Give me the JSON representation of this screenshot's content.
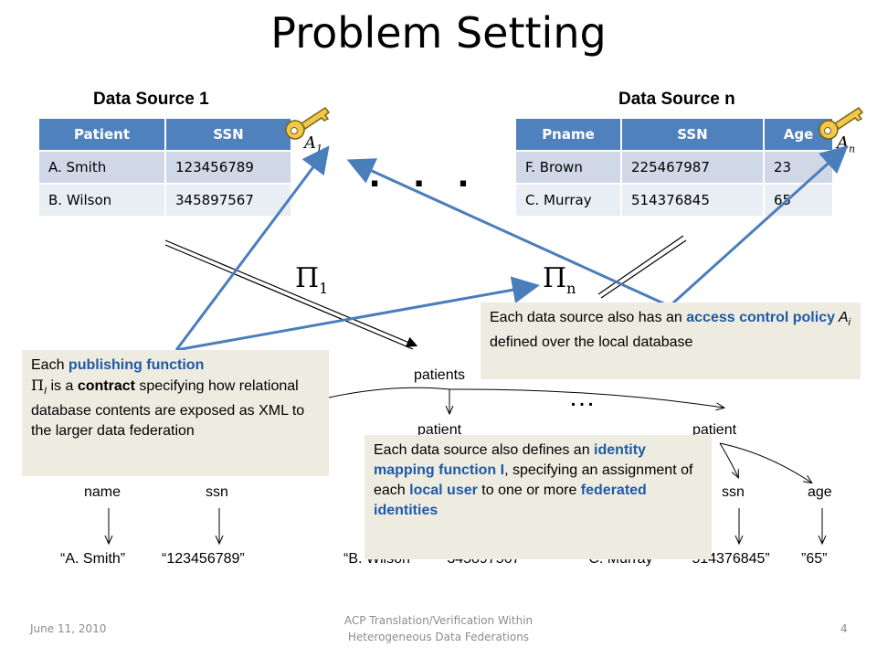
{
  "title": "Problem Setting",
  "source1": {
    "label": "Data Source 1",
    "headers": [
      "Patient",
      "SSN"
    ],
    "rows": [
      [
        "A. Smith",
        "123456789"
      ],
      [
        "B. Wilson",
        "345897567"
      ]
    ],
    "key_label": "A",
    "key_sub": "1"
  },
  "sourceN": {
    "label": "Data Source n",
    "headers": [
      "Pname",
      "SSN",
      "Age"
    ],
    "rows": [
      [
        "F. Brown",
        "225467987",
        "23"
      ],
      [
        "C. Murray",
        "514376845",
        "65"
      ]
    ],
    "key_label": "A",
    "key_sub": "n"
  },
  "between_sources": ". . .",
  "pi1": {
    "symbol": "Π",
    "sub": "1"
  },
  "pin": {
    "symbol": "Π",
    "sub": "n"
  },
  "tree": {
    "root": "patients",
    "child_left": "patient",
    "child_right": "patient",
    "ellipsis": "…",
    "left_fields": [
      "name",
      "ssn"
    ],
    "right_fields": [
      "ssn",
      "age"
    ],
    "values": [
      "“A. Smith”",
      "“123456789”",
      "“B. Wilson”",
      "“345897567”",
      "“C. Murray”",
      "“514376845”",
      "”65”"
    ]
  },
  "callout_publishing": {
    "t1": "Each ",
    "t2": "publishing function",
    "t3_sym": "Π",
    "t3_sub": "I",
    "t4": " is a ",
    "t5": "contract",
    "t6": " specifying how relational database contents are exposed as XML to the larger data federation"
  },
  "callout_access": {
    "t1": "Each data source also has an ",
    "t2": "access control policy",
    "t3": " A",
    "t3_sub": "i",
    "t4": " defined over the local database"
  },
  "callout_identity": {
    "t1": "Each data source also defines an ",
    "t2": "identity mapping function I",
    "t3": ", specifying an assignment of each ",
    "t4": "local user",
    "t5": " to one or more ",
    "t6": "federated identities"
  },
  "footer": {
    "date": "June 11, 2010",
    "center": "ACP Translation/Verification Within Heterogeneous Data Federations",
    "page": "4"
  },
  "colors": {
    "header_blue": "#4f81bd",
    "arrow_blue": "#4a7ebb",
    "callout_bg": "#eeece1",
    "key_gold": "#f2c84b"
  },
  "icons": [
    "key-icon"
  ]
}
